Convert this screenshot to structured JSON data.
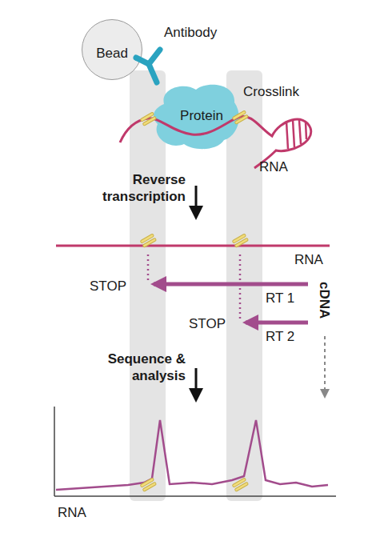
{
  "diagram": {
    "nodes": [
      {
        "text": [
          "Bead"
        ]
      },
      {
        "text": [
          "Protein"
        ]
      }
    ],
    "labels": [
      "Antibody",
      "Crosslink",
      "RNA",
      "Reverse transcription",
      "RNA",
      "STOP",
      "RT 1",
      "STOP",
      "RT 2",
      "cDNA",
      "Sequence & analysis",
      "RNA"
    ]
  }
}
